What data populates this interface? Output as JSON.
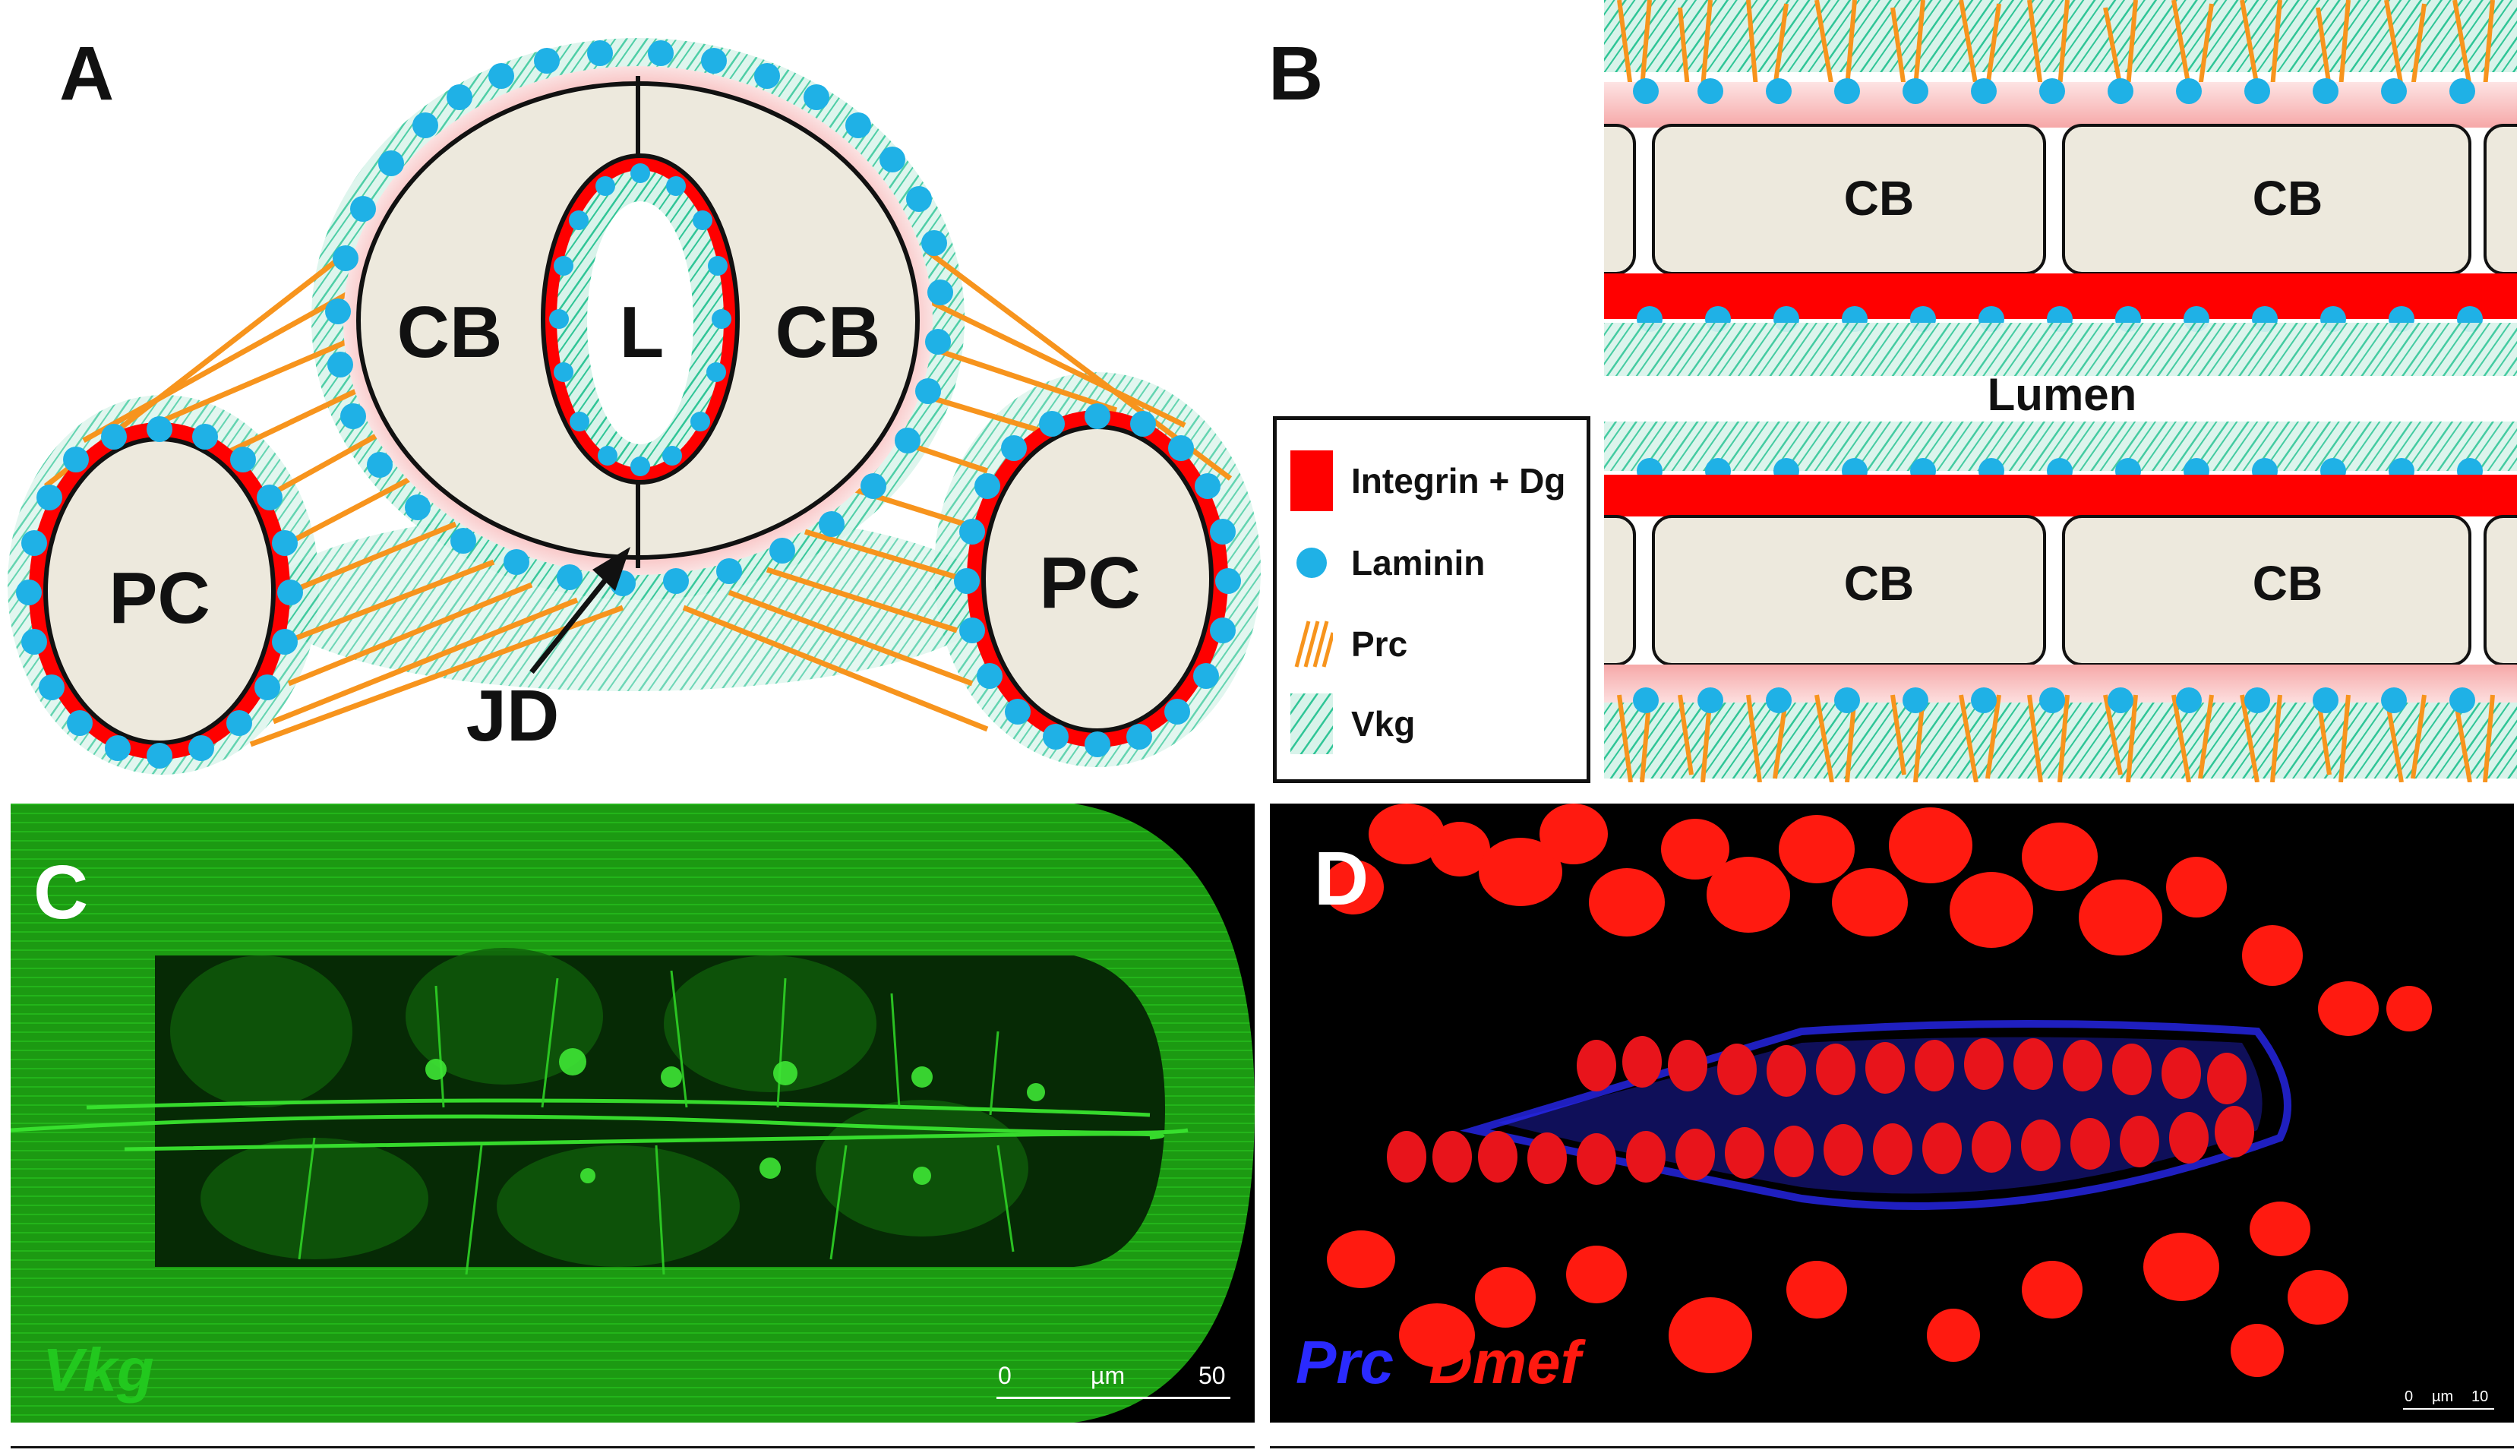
{
  "panels": {
    "a": {
      "letter": "A",
      "labels": {
        "cb_left": "CB",
        "cb_right": "CB",
        "lumen": "L",
        "pc_left": "PC",
        "pc_right": "PC",
        "jd": "JD"
      }
    },
    "b": {
      "letter": "B",
      "cb_labels": [
        "CB",
        "CB",
        "CB",
        "CB"
      ],
      "lumen_label": "Lumen"
    },
    "c": {
      "letter": "C",
      "stain_label": "Vkg",
      "scale_start": "0",
      "scale_unit": "µm",
      "scale_end": "50"
    },
    "d": {
      "letter": "D",
      "stain_label_1": "Prc",
      "stain_label_2": "Dmef",
      "scale_start": "0",
      "scale_unit": "µm",
      "scale_end": "10"
    }
  },
  "legend": {
    "items": [
      {
        "label": "Integrin + Dg",
        "icon": "red-rectangle",
        "color": "#ff0000"
      },
      {
        "label": "Laminin",
        "icon": "blue-dot",
        "color": "#1fb1e6"
      },
      {
        "label": "Prc",
        "icon": "orange-strands",
        "color": "#f7941d"
      },
      {
        "label": "Vkg",
        "icon": "green-mesh",
        "color": "#2fc596"
      }
    ]
  },
  "colors": {
    "cell": "#ede9dd",
    "integrin": "#ff0000",
    "laminin": "#1fb1e6",
    "prc": "#f7941d",
    "vkg": "#2fc596",
    "pink": "#f6a8a8",
    "vkg_stain": "#22c81e",
    "dmef_stain": "#ff1a10",
    "prc_stain": "#2a2aff"
  }
}
